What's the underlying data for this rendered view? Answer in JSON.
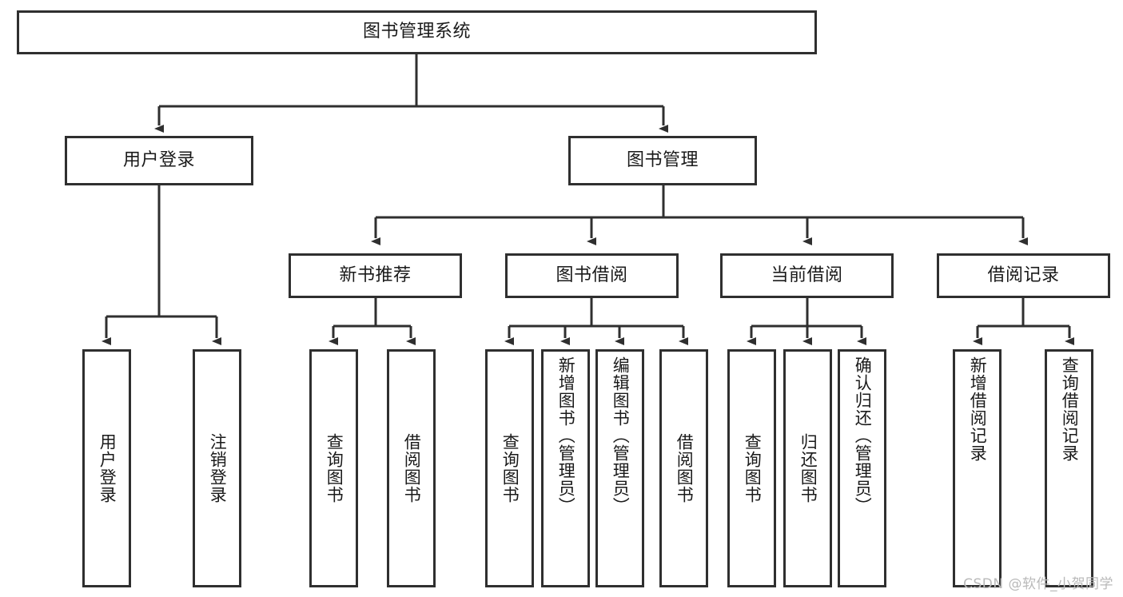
{
  "diagram": {
    "title": "图书管理系统",
    "type": "hierarchy-tree",
    "watermark": "CSDN @软件_小贺同学",
    "colors": {
      "border": "#2f2f2f",
      "background": "#ffffff",
      "text": "#1a1a1a",
      "watermark": "#b9b9b9"
    },
    "nodes": {
      "root": {
        "label": "图书管理系统",
        "level": 0,
        "orientation": "horizontal"
      },
      "level1": [
        {
          "id": "user-login",
          "label": "用户登录",
          "orientation": "horizontal"
        },
        {
          "id": "book-manage",
          "label": "图书管理",
          "orientation": "horizontal"
        }
      ],
      "level2": [
        {
          "id": "new-book-recommend",
          "label": "新书推荐",
          "orientation": "horizontal"
        },
        {
          "id": "book-borrow",
          "label": "图书借阅",
          "orientation": "horizontal"
        },
        {
          "id": "current-borrow",
          "label": "当前借阅",
          "orientation": "horizontal"
        },
        {
          "id": "borrow-record",
          "label": "借阅记录",
          "orientation": "horizontal"
        }
      ],
      "leaves": {
        "user-login": [
          {
            "id": "leaf-user-login",
            "label": "用户登录",
            "orientation": "vertical"
          },
          {
            "id": "leaf-logout-login",
            "label": "注销登录",
            "orientation": "vertical"
          }
        ],
        "new-book-recommend": [
          {
            "id": "leaf-query-book-1",
            "label": "查询图书",
            "orientation": "vertical"
          },
          {
            "id": "leaf-borrow-book-1",
            "label": "借阅图书",
            "orientation": "vertical"
          }
        ],
        "book-borrow": [
          {
            "id": "leaf-query-book-2",
            "label": "查询图书",
            "orientation": "vertical"
          },
          {
            "id": "leaf-add-book",
            "label": "新增图书（管理员）",
            "orientation": "vertical"
          },
          {
            "id": "leaf-edit-book",
            "label": "编辑图书（管理员）",
            "orientation": "vertical"
          },
          {
            "id": "leaf-borrow-book-2",
            "label": "借阅图书",
            "orientation": "vertical"
          }
        ],
        "current-borrow": [
          {
            "id": "leaf-query-book-3",
            "label": "查询图书",
            "orientation": "vertical"
          },
          {
            "id": "leaf-return-book",
            "label": "归还图书",
            "orientation": "vertical"
          },
          {
            "id": "leaf-confirm-return",
            "label": "确认归还（管理员）",
            "orientation": "vertical"
          }
        ],
        "borrow-record": [
          {
            "id": "leaf-add-record",
            "label": "新增借阅记录",
            "orientation": "vertical"
          },
          {
            "id": "leaf-query-record",
            "label": "查询借阅记录",
            "orientation": "vertical"
          }
        ]
      }
    }
  }
}
